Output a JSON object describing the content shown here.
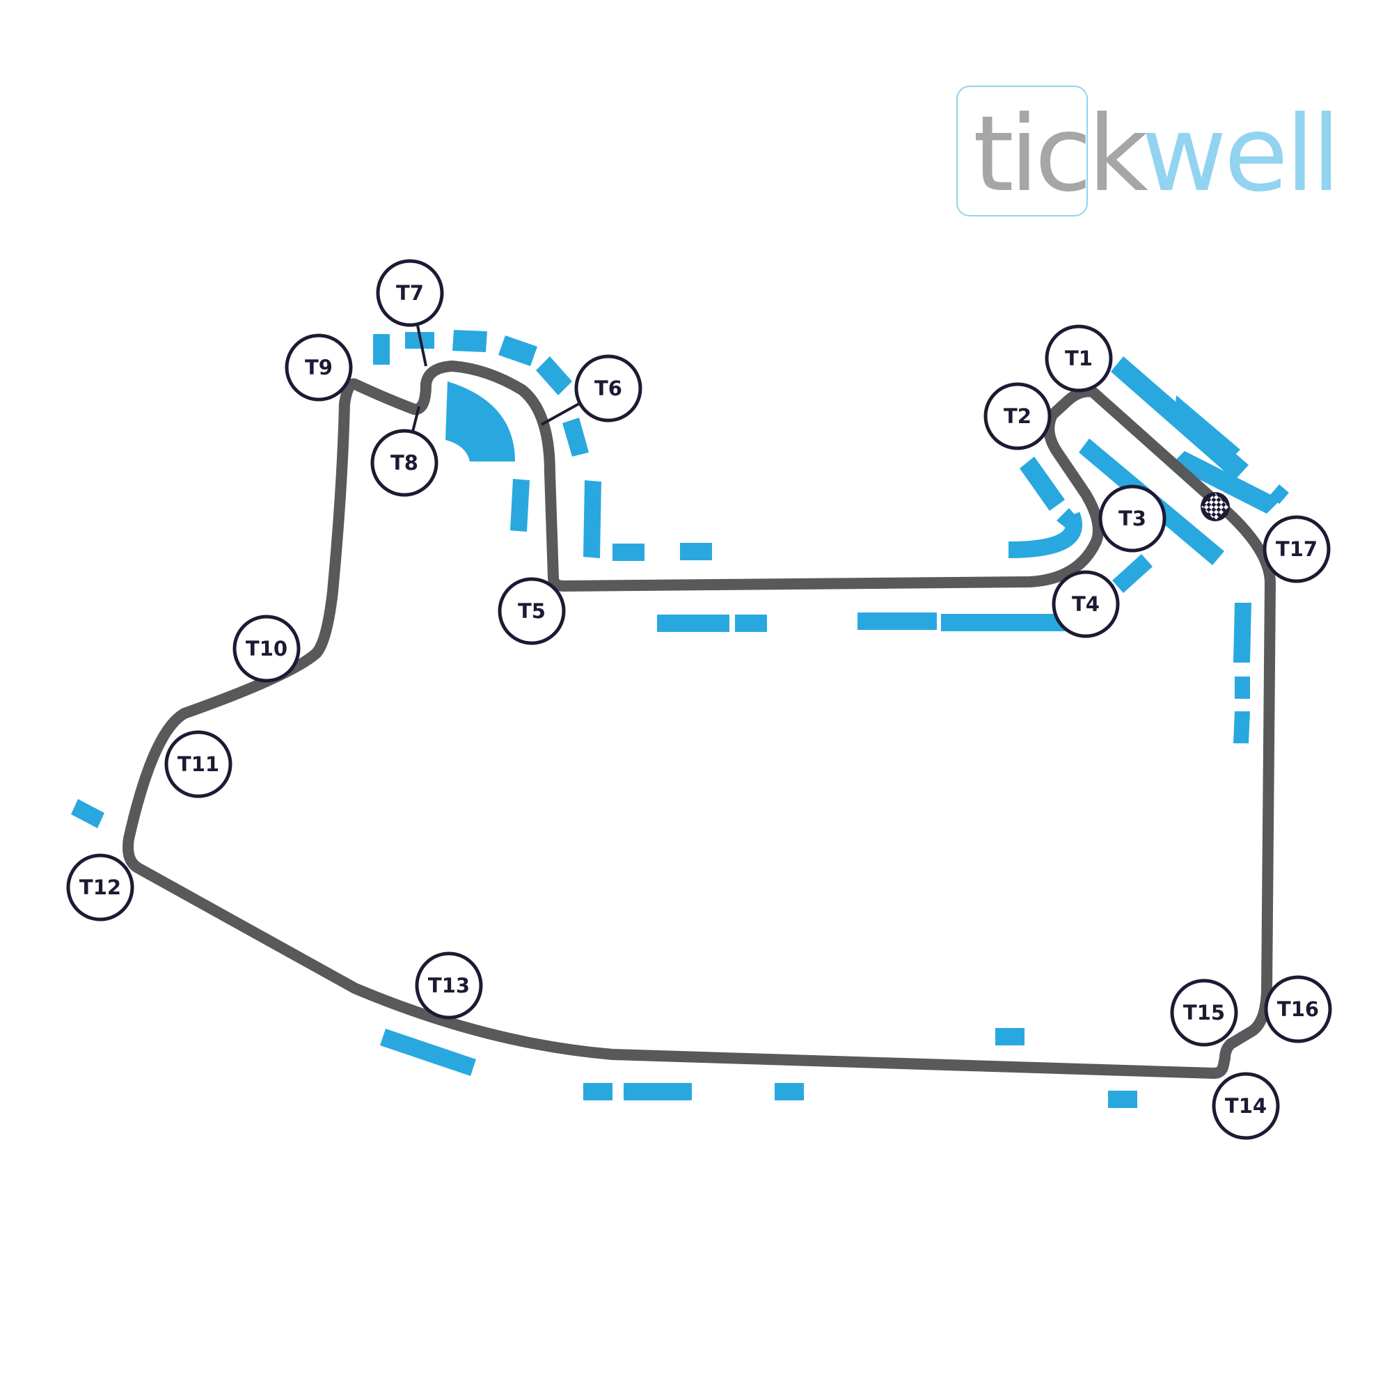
{
  "logo": {
    "part1": "tick",
    "part2": "well",
    "colors": {
      "grey": "#a6a6a6",
      "blue": "#92d3ef"
    }
  },
  "colors": {
    "track": "#58595b",
    "seating": "#29a8e0",
    "highlight": "#ff7a00",
    "marker_outline": "#1c1b33"
  },
  "corners": [
    {
      "id": "t1",
      "label": "T1"
    },
    {
      "id": "t2",
      "label": "T2"
    },
    {
      "id": "t3",
      "label": "T3"
    },
    {
      "id": "t4",
      "label": "T4"
    },
    {
      "id": "t5",
      "label": "T5"
    },
    {
      "id": "t6",
      "label": "T6"
    },
    {
      "id": "t7",
      "label": "T7"
    },
    {
      "id": "t8",
      "label": "T8"
    },
    {
      "id": "t9",
      "label": "T9"
    },
    {
      "id": "t10",
      "label": "T10"
    },
    {
      "id": "t11",
      "label": "T11"
    },
    {
      "id": "t12",
      "label": "T12"
    },
    {
      "id": "t13",
      "label": "T13"
    },
    {
      "id": "t14",
      "label": "T14"
    },
    {
      "id": "t15",
      "label": "T15"
    },
    {
      "id": "t16",
      "label": "T16"
    },
    {
      "id": "t17",
      "label": "T17"
    }
  ],
  "icons": {
    "start_finish": "checkered-flag-icon"
  }
}
